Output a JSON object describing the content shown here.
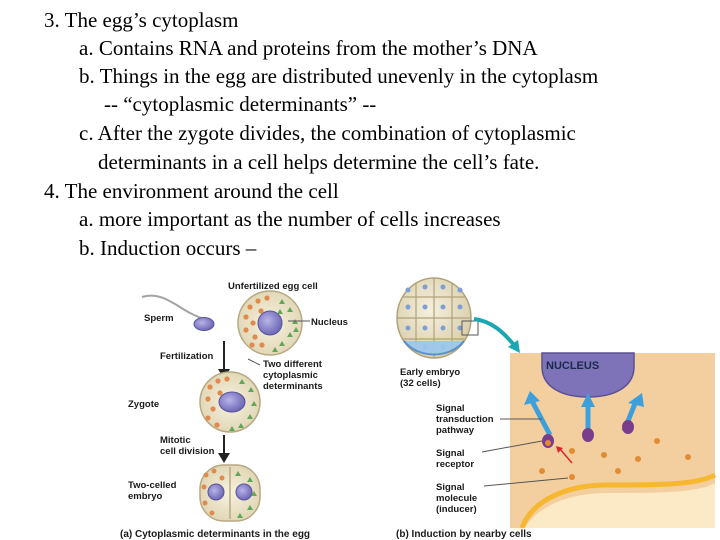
{
  "text": {
    "l1": "3. The egg’s cytoplasm",
    "l2": "a. Contains RNA and proteins from the mother’s DNA",
    "l3": "b. Things in the egg are distributed unevenly in the cytoplasm",
    "l4": "-- “cytoplasmic determinants” --",
    "l5": "c. After the zygote divides, the combination of cytoplasmic",
    "l6": "determinants in a cell helps determine the cell’s fate.",
    "l7": "4. The environment around the cell",
    "l8": "a. more important as the number of cells increases",
    "l9": "b. Induction occurs –"
  },
  "figure_a": {
    "unfertilized": "Unfertilized egg cell",
    "sperm": "Sperm",
    "nucleus": "Nucleus",
    "fertilization": "Fertilization",
    "two_different_1": "Two  different",
    "two_different_2": "cytoplasmic",
    "two_different_3": "determinants",
    "zygote": "Zygote",
    "mitotic_1": "Mitotic",
    "mitotic_2": "cell division",
    "two_celled_1": "Two-celled",
    "two_celled_2": "embryo",
    "caption": "(a) Cytoplasmic determinants in the egg"
  },
  "figure_b": {
    "early_1": "Early embryo",
    "early_2": "(32 cells)",
    "nucleus": "NUCLEUS",
    "signal_td_1": "Signal",
    "signal_td_2": "transduction",
    "signal_td_3": "pathway",
    "signal_rec_1": "Signal",
    "signal_rec_2": "receptor",
    "signal_mol_1": "Signal",
    "signal_mol_2": "molecule",
    "signal_mol_3": "(inducer)",
    "caption": "(b) Induction by nearby cells"
  }
}
